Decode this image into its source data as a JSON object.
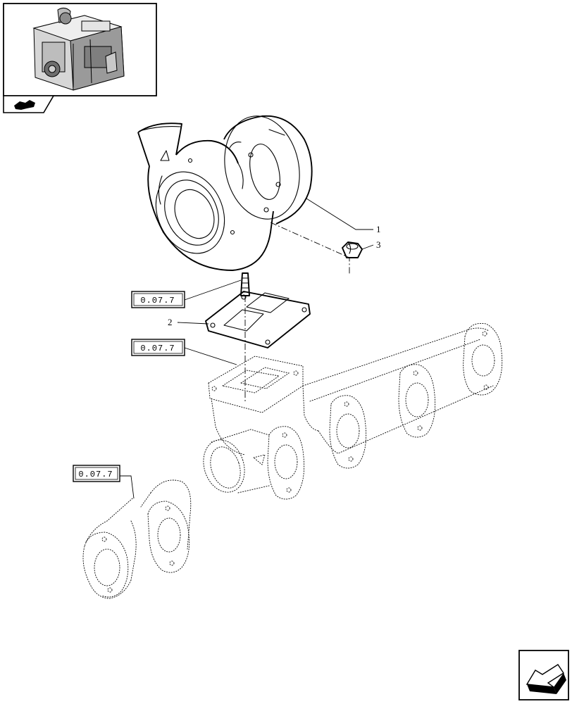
{
  "references": [
    {
      "id": "ref-box-turbo-stud",
      "label": "0.07.7"
    },
    {
      "id": "ref-box-gasket",
      "label": "0.07.7"
    },
    {
      "id": "ref-box-elbow",
      "label": "0.07.7"
    }
  ],
  "callouts": [
    {
      "id": "callout-1",
      "label": "1"
    },
    {
      "id": "callout-2",
      "label": "2"
    },
    {
      "id": "callout-3",
      "label": "3"
    }
  ],
  "icons": {
    "thumbnail": "engine-thumbnail-icon",
    "section": "section-tab-icon",
    "next_page": "next-page-arrow-icon"
  }
}
